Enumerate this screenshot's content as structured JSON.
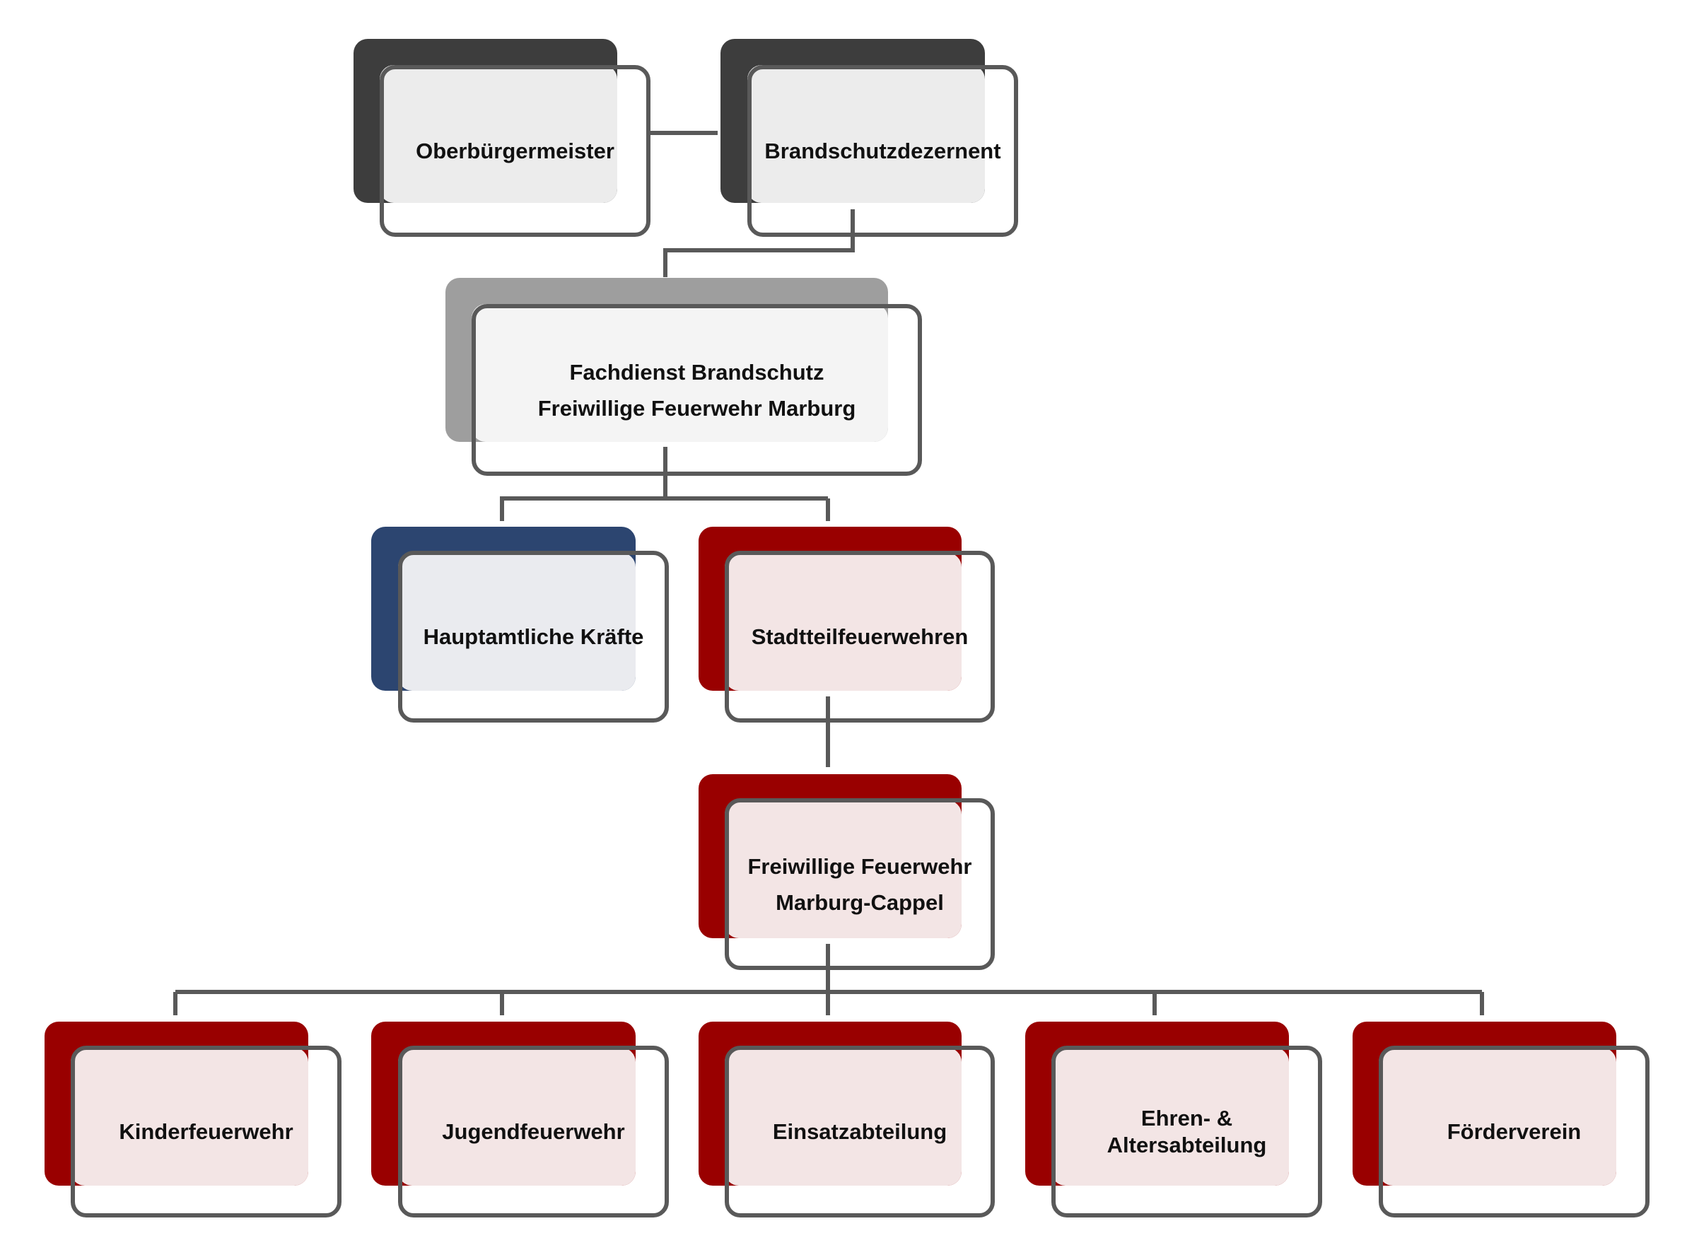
{
  "colors": {
    "dark_gray": "#3d3d3d",
    "mid_gray": "#9e9e9e",
    "navy": "#2c4570",
    "dark_red": "#990000",
    "line": "#595959"
  },
  "nodes": {
    "oberbuergermeister": {
      "lines": [
        "Oberbürgermeister"
      ],
      "color": "dark_gray"
    },
    "brandschutzdezernent": {
      "lines": [
        "Brandschutzdezernent"
      ],
      "color": "dark_gray"
    },
    "fachdienst": {
      "lines": [
        "Fachdienst Brandschutz",
        "Freiwillige Feuerwehr Marburg"
      ],
      "color": "mid_gray"
    },
    "hauptamtliche": {
      "lines": [
        "Hauptamtliche Kräfte"
      ],
      "color": "navy"
    },
    "stadtteilfeuerwehren": {
      "lines": [
        "Stadtteilfeuerwehren"
      ],
      "color": "dark_red"
    },
    "ff_cappel": {
      "lines": [
        "Freiwillige Feuerwehr",
        "Marburg-Cappel"
      ],
      "color": "dark_red"
    },
    "kinderfeuerwehr": {
      "lines": [
        "Kinderfeuerwehr"
      ],
      "color": "dark_red"
    },
    "jugendfeuerwehr": {
      "lines": [
        "Jugendfeuerwehr"
      ],
      "color": "dark_red"
    },
    "einsatzabteilung": {
      "lines": [
        "Einsatzabteilung"
      ],
      "color": "dark_red"
    },
    "ehren_alters": {
      "lines": [
        "Ehren- &",
        "Altersabteilung"
      ],
      "color": "dark_red"
    },
    "foerderverein": {
      "lines": [
        "Förderverein"
      ],
      "color": "dark_red"
    }
  }
}
